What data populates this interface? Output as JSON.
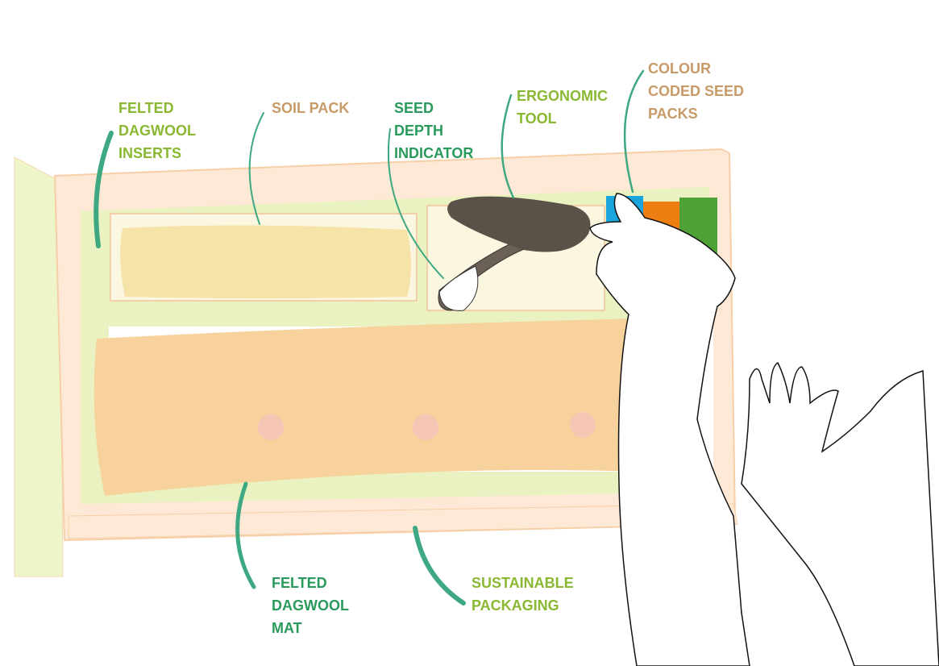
{
  "labels": {
    "inserts": [
      "FELTED",
      "DAGWOOL",
      "INSERTS"
    ],
    "soil_pack": [
      "SOIL PACK"
    ],
    "seed_depth": [
      "SEED",
      "DEPTH",
      "INDICATOR"
    ],
    "ergonomic": [
      "ERGONOMIC",
      "TOOL"
    ],
    "seed_packs": [
      "COLOUR",
      "CODED SEED",
      "PACKS"
    ],
    "mat": [
      "FELTED",
      "DAGWOOL",
      "MAT"
    ],
    "packaging": [
      "SUSTAINABLE",
      "PACKAGING"
    ]
  },
  "colors": {
    "label_lime": "#8ab832",
    "label_tan": "#c89a68",
    "label_green": "#2a9a5c",
    "pack_blue": "#1aa6dc",
    "pack_orange": "#ee7d12",
    "pack_green": "#4ea235",
    "tool": "#5a5149"
  }
}
